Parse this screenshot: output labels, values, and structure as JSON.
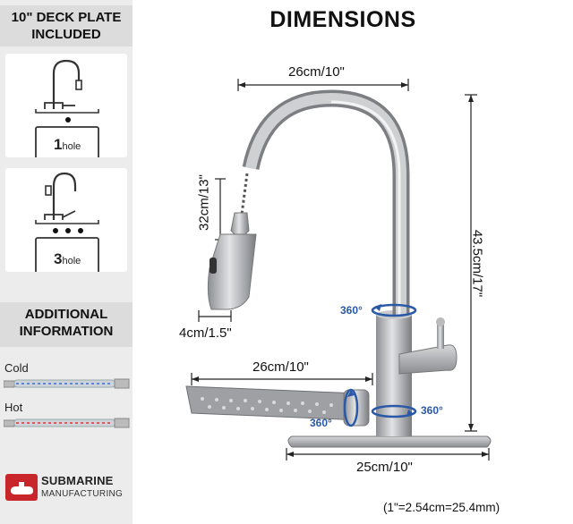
{
  "sidebar": {
    "deck_plate_heading": [
      "10\" DECK PLATE",
      "INCLUDED"
    ],
    "one_hole": {
      "number": "1",
      "unit": "hole"
    },
    "three_hole": {
      "number": "3",
      "unit": "hole"
    },
    "additional_heading": [
      "ADDITIONAL",
      "INFORMATION"
    ],
    "hoses": [
      {
        "label": "Cold"
      },
      {
        "label": "Hot"
      }
    ],
    "brand": {
      "name": "SUBMARINE",
      "subtitle": "MANUFACTURING"
    }
  },
  "main": {
    "title": "DIMENSIONS",
    "dimensions": {
      "spout_reach": "26cm/10\"",
      "height": "43.5cm/17\"",
      "hose_pull": "32cm/13\"",
      "sprayer_width": "4cm/1.5\"",
      "spray_head_length": "26cm/10\"",
      "deck_plate": "25cm/10\""
    },
    "rotations": [
      "360°",
      "360°",
      "360°"
    ],
    "conversion_note": "(1\"=2.54cm=25.4mm)"
  },
  "colors": {
    "accent_blue": "#2a59a8",
    "brand_red": "#c8262b",
    "sidebar_bg": "#ececec"
  }
}
